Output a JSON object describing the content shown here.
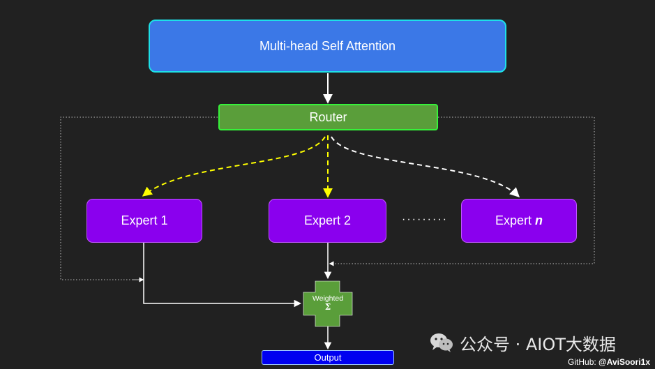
{
  "diagram": {
    "attention": {
      "label": "Multi-head Self Attention"
    },
    "router": {
      "label": "Router"
    },
    "experts": [
      {
        "label": "Expert 1"
      },
      {
        "label": "Expert 2"
      },
      {
        "label": "Expert",
        "variable": "n"
      }
    ],
    "ellipsis": "·········",
    "combiner": {
      "label": "Weighted",
      "symbol": "Σ"
    },
    "output": {
      "label": "Output"
    }
  },
  "watermark": {
    "text": "公众号 · AIOT大数据",
    "icon": "wechat-icon"
  },
  "credit": {
    "prefix": "GitHub:",
    "handle": "@AviSoori1x"
  },
  "colors": {
    "background": "#212121",
    "attention_fill": "#3b78e7",
    "attention_border": "#1ee0e8",
    "router_fill": "#5a9e3a",
    "router_border": "#36f23a",
    "expert_fill": "#8a00ee",
    "combiner_fill": "#5a9e3a",
    "output_fill": "#0000f0",
    "selected_route": "#ffff00",
    "route": "#ffffff"
  }
}
